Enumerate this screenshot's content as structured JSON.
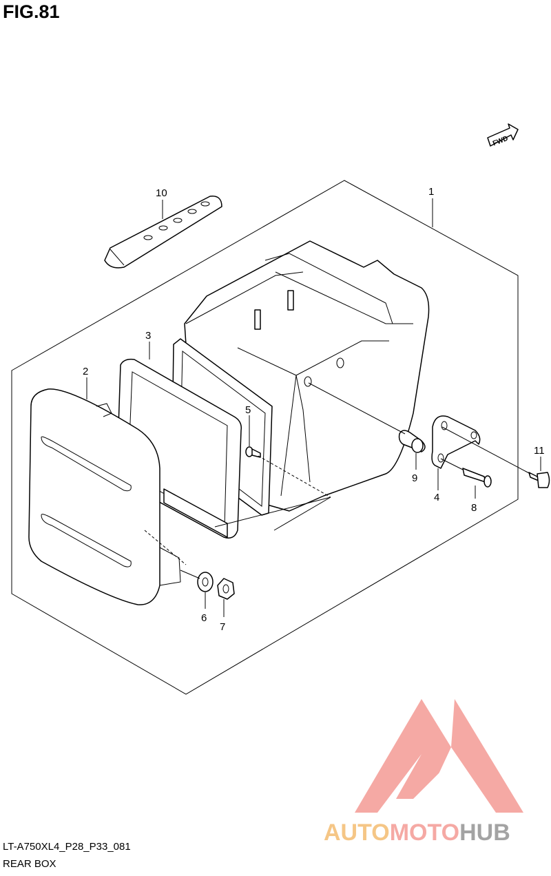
{
  "figure": {
    "title": "FIG.81",
    "model_code": "LT-A750XL4_P28_P33_081",
    "caption": "REAR BOX",
    "fwd_label": "FWD"
  },
  "callouts": [
    {
      "id": "1",
      "label": "1"
    },
    {
      "id": "2",
      "label": "2"
    },
    {
      "id": "3",
      "label": "3"
    },
    {
      "id": "4",
      "label": "4"
    },
    {
      "id": "5",
      "label": "5"
    },
    {
      "id": "6",
      "label": "6"
    },
    {
      "id": "7",
      "label": "7"
    },
    {
      "id": "8",
      "label": "8"
    },
    {
      "id": "9",
      "label": "9"
    },
    {
      "id": "10",
      "label": "10"
    },
    {
      "id": "11",
      "label": "11"
    }
  ],
  "watermark": {
    "text_part1": "AUTO",
    "text_part2": "MOTO",
    "text_part3": "HUB",
    "color_primary": "#f4a09b",
    "color_secondary": "#f5c07a",
    "color_tertiary": "#9a9a9a"
  }
}
